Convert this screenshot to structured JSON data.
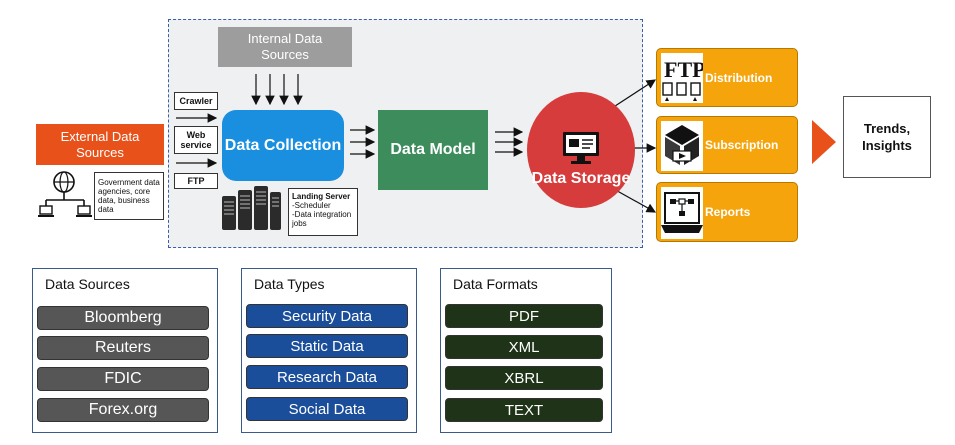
{
  "diagram": {
    "internal_sources": "Internal Data Sources",
    "external_sources": "External Data Sources",
    "crawler": "Crawler",
    "web_service": "Web service",
    "ftp": "FTP",
    "government_data": "Government data agencies, core data, business data",
    "landing_server": {
      "title": "Landing Server",
      "line1": "-Scheduler",
      "line2": "-Data integration jobs"
    },
    "data_collection": "Data Collection",
    "data_model": "Data Model",
    "data_storage": "Data Storage",
    "outputs": {
      "distribution": "Distribution",
      "subscription": "Subscription",
      "reports": "Reports"
    },
    "ftp_icon_text": "FTP",
    "trends": "Trends, Insights"
  },
  "panels": {
    "sources": {
      "title": "Data Sources",
      "items": [
        "Bloomberg",
        "Reuters",
        "FDIC",
        "Forex.org"
      ]
    },
    "types": {
      "title": "Data Types",
      "items": [
        "Security Data",
        "Static Data",
        "Research Data",
        "Social Data"
      ]
    },
    "formats": {
      "title": "Data Formats",
      "items": [
        "PDF",
        "XML",
        "XBRL",
        "TEXT"
      ]
    }
  },
  "colors": {
    "external": "#e8521a",
    "internal": "#9d9d9d",
    "collection": "#1a8fe0",
    "model": "#3d8c5c",
    "storage": "#d73c3c",
    "output": "#f5a40c",
    "sources_pill": "#565656",
    "types_pill": "#1b4e9a",
    "formats_pill": "#1e3317"
  }
}
